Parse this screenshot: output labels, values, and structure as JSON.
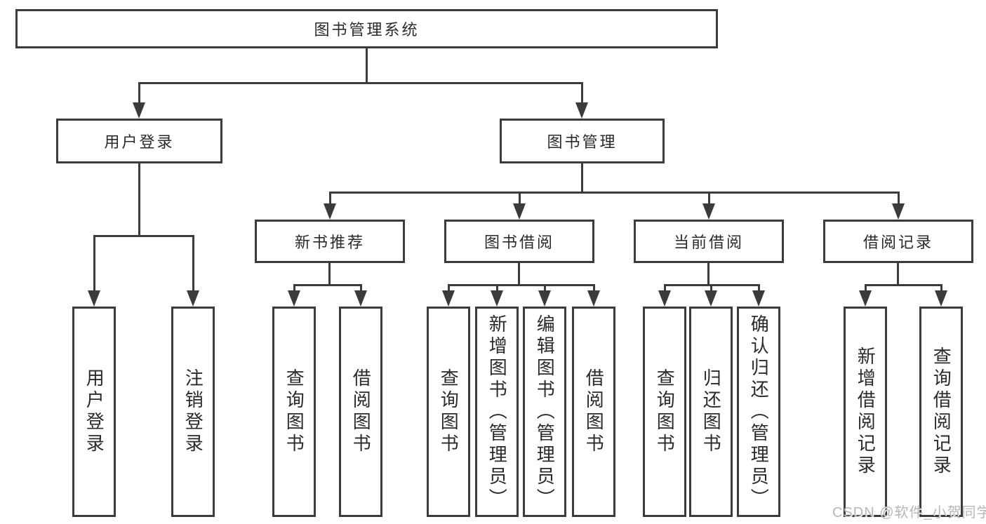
{
  "diagram": {
    "root": {
      "label": "图书管理系统"
    },
    "branches": [
      {
        "label": "用户登录"
      },
      {
        "label": "图书管理"
      }
    ],
    "modules": [
      {
        "label": "新书推荐"
      },
      {
        "label": "图书借阅"
      },
      {
        "label": "当前借阅"
      },
      {
        "label": "借阅记录"
      }
    ],
    "leaves": [
      {
        "label": "用户登录"
      },
      {
        "label": "注销登录"
      },
      {
        "label": "查询图书"
      },
      {
        "label": "借阅图书"
      },
      {
        "label": "查询图书"
      },
      {
        "label": "新增图书（管理员）"
      },
      {
        "label": "编辑图书（管理员）"
      },
      {
        "label": "借阅图书"
      },
      {
        "label": "查询图书"
      },
      {
        "label": "归还图书"
      },
      {
        "label": "确认归还（管理员）"
      },
      {
        "label": "新增借阅记录"
      },
      {
        "label": "查询借阅记录"
      }
    ],
    "watermark": "CSDN @软件_小贺同学"
  },
  "colors": {
    "line": "#3b3b3b",
    "text": "#2a2a2a",
    "watermark": "#b7b7b7",
    "background": "#ffffff"
  }
}
